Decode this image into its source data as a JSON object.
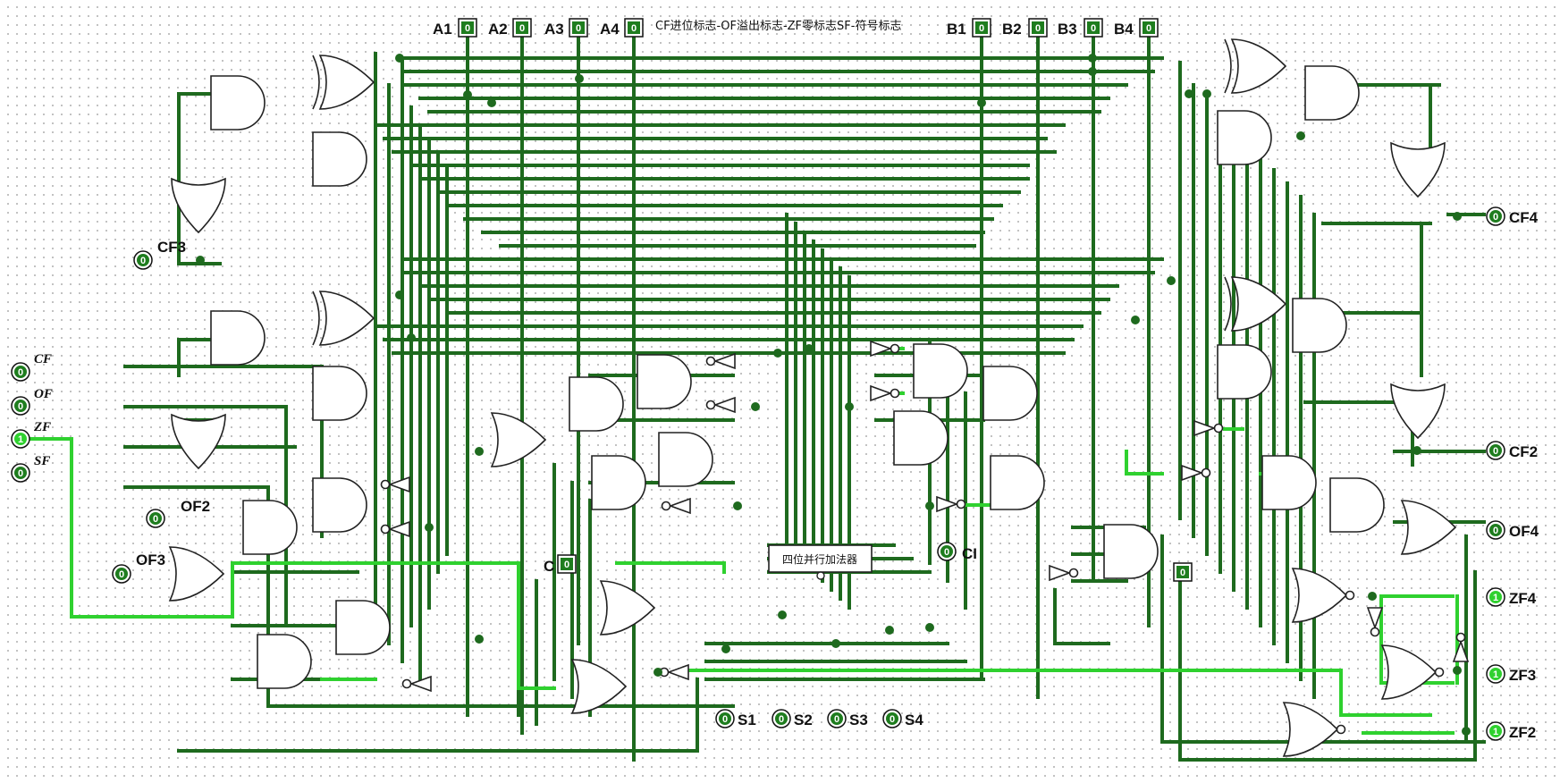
{
  "title": "CF进位标志-OF溢出标志-ZF零标志SF-符号标志",
  "adder_label": "四位并行加法器",
  "colors": {
    "wire_off": "#1e6a1e",
    "wire_on": "#2fd12f",
    "pin_fill": "#1e7d1e",
    "gate_stroke": "#222222"
  },
  "top_inputs": [
    {
      "label": "A1",
      "value": "0"
    },
    {
      "label": "A2",
      "value": "0"
    },
    {
      "label": "A3",
      "value": "0"
    },
    {
      "label": "A4",
      "value": "0"
    },
    {
      "label": "B1",
      "value": "0"
    },
    {
      "label": "B2",
      "value": "0"
    },
    {
      "label": "B3",
      "value": "0"
    },
    {
      "label": "B4",
      "value": "0"
    }
  ],
  "flag_inputs": [
    {
      "label": "CF",
      "value": "0"
    },
    {
      "label": "OF",
      "value": "0"
    },
    {
      "label": "ZF",
      "value": "1"
    },
    {
      "label": "SF",
      "value": "0"
    }
  ],
  "inner_pins": [
    {
      "label": "CF3",
      "value": "0"
    },
    {
      "label": "OF2",
      "value": "0"
    },
    {
      "label": "OF3",
      "value": "0"
    },
    {
      "label": "C",
      "value": "0"
    },
    {
      "label": "CI",
      "value": "0"
    },
    {
      "label": "",
      "value": "0"
    }
  ],
  "bottom_outputs": [
    {
      "label": "S1",
      "value": "0"
    },
    {
      "label": "S2",
      "value": "0"
    },
    {
      "label": "S3",
      "value": "0"
    },
    {
      "label": "S4",
      "value": "0"
    }
  ],
  "right_outputs": [
    {
      "label": "CF4",
      "value": "0"
    },
    {
      "label": "CF2",
      "value": "0"
    },
    {
      "label": "OF4",
      "value": "0"
    },
    {
      "label": "ZF4",
      "value": "1"
    },
    {
      "label": "ZF3",
      "value": "1"
    },
    {
      "label": "ZF2",
      "value": "1"
    }
  ]
}
